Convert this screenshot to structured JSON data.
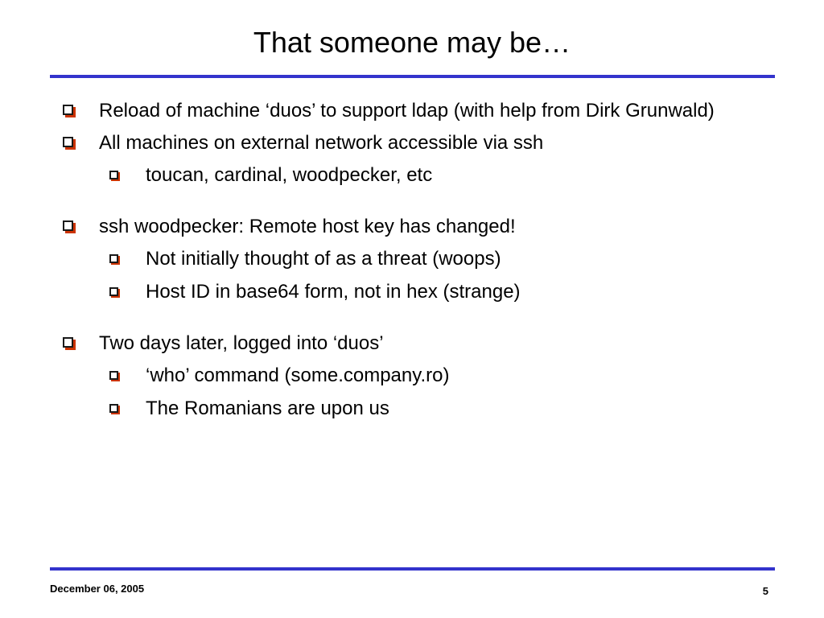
{
  "slide": {
    "title": "That someone may be…",
    "bullets": [
      {
        "text": "Reload of machine ‘duos’ to support ldap (with help from Dirk Grunwald)",
        "sub": []
      },
      {
        "text": "All machines on external network accessible via ssh",
        "sub": [
          "toucan, cardinal, woodpecker, etc"
        ]
      },
      {
        "text": "ssh woodpecker: Remote host key has changed!",
        "sub": [
          "Not initially thought of as a threat (woops)",
          "Host ID in base64 form, not in hex (strange)"
        ]
      },
      {
        "text": "Two days later, logged into ‘duos’",
        "sub": [
          "‘who’ command (some.company.ro)",
          "The Romanians are upon us"
        ]
      }
    ]
  },
  "footer": {
    "date": "December 06, 2005",
    "page_number": "5"
  },
  "colors": {
    "rule": "#3333cc",
    "bullet_shadow": "#cc3300"
  }
}
